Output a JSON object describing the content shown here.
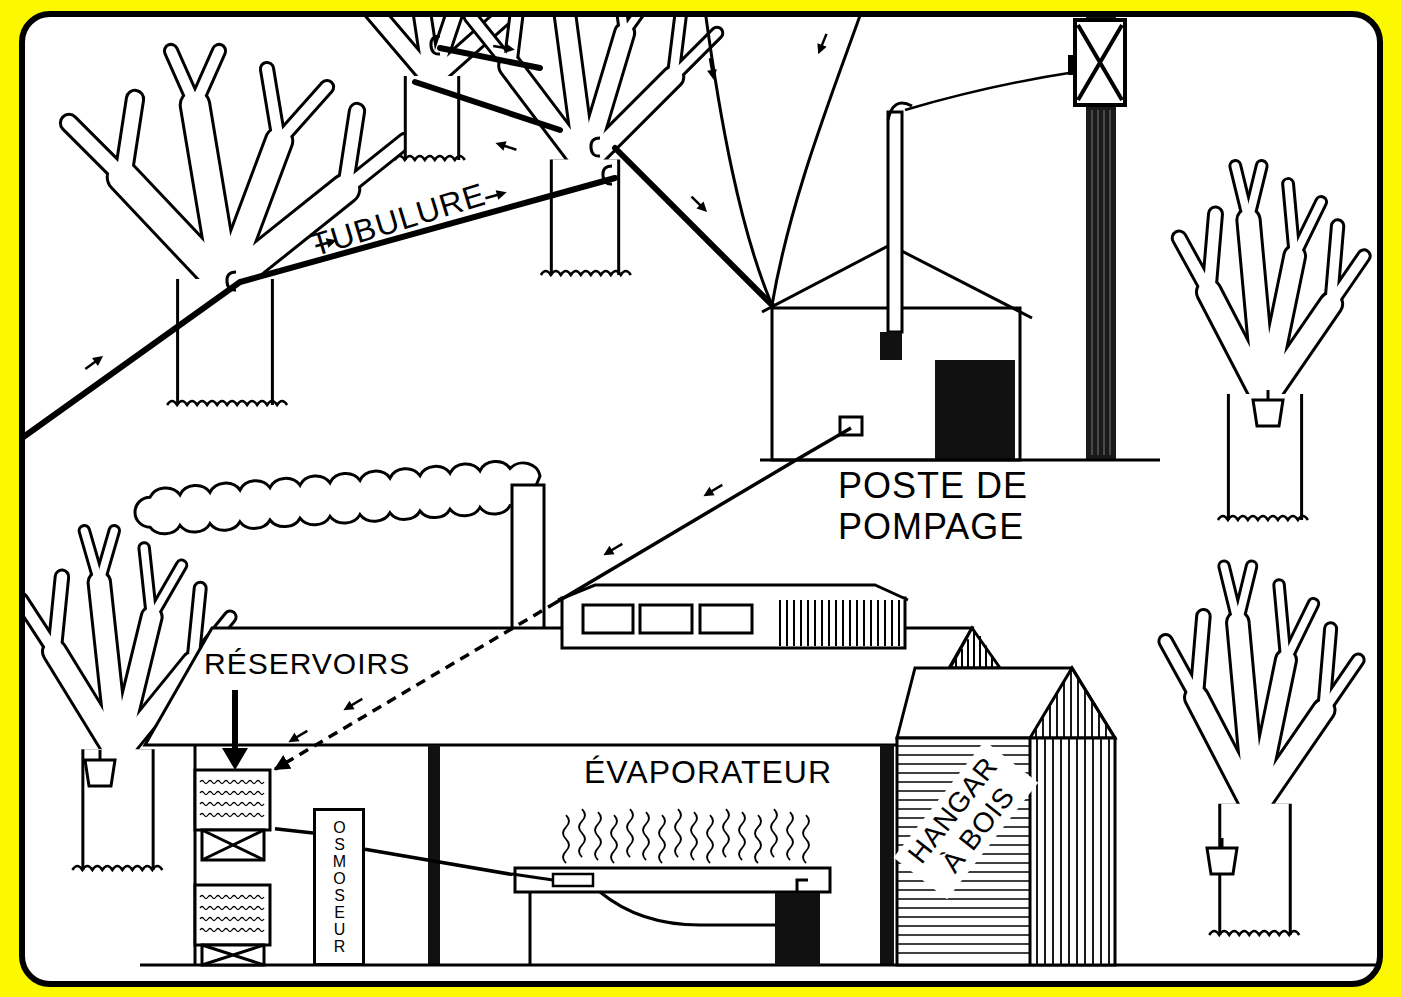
{
  "diagram": {
    "nodes": [
      {
        "text": [
          "POSTE DE POMPAGE"
        ]
      },
      {
        "text": [
          "RÉSERVOIRS"
        ]
      },
      {
        "text": [
          "OSMOSEUR"
        ]
      },
      {
        "text": [
          "ÉVAPORATEUR"
        ]
      },
      {
        "text": [
          "HANGAR À BOIS"
        ]
      }
    ],
    "edges": [
      {
        "from": 0,
        "to": 1,
        "arrow": "to"
      },
      {
        "from": 1,
        "to": 2,
        "arrow": "none"
      },
      {
        "from": 2,
        "to": 3,
        "arrow": "none"
      }
    ],
    "labels": [
      "TUBULURE"
    ]
  }
}
